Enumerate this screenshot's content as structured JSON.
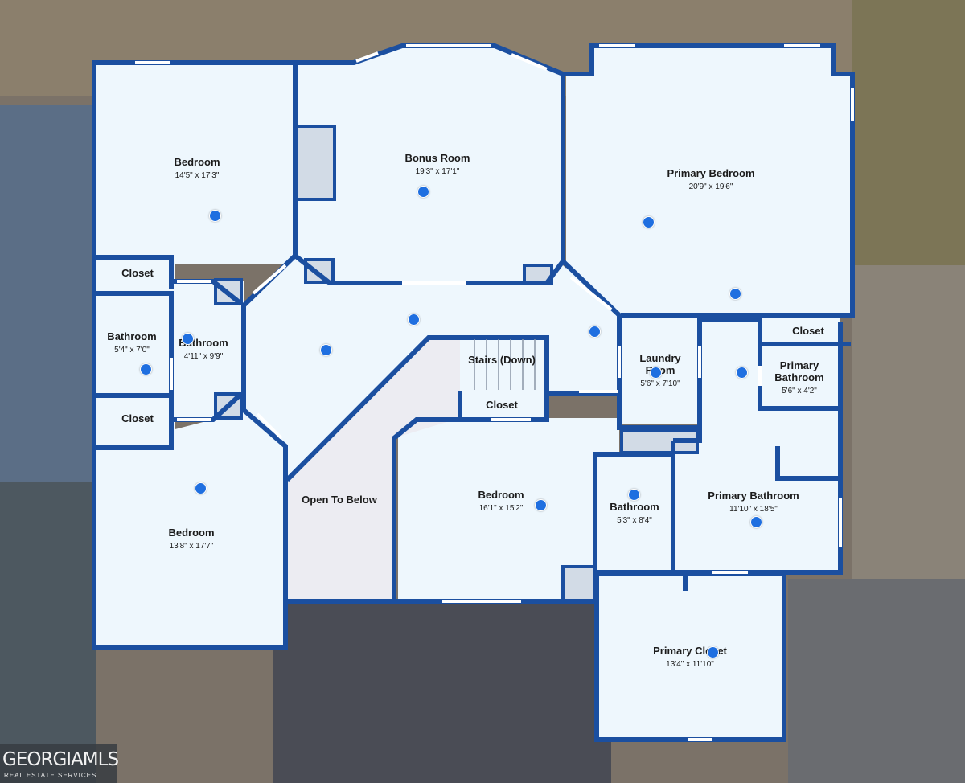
{
  "rooms": {
    "bedroom_nw": {
      "name": "Bedroom",
      "dims": "14'5\" x 17'3\""
    },
    "bonus": {
      "name": "Bonus Room",
      "dims": "19'3\" x 17'1\""
    },
    "primary_bedroom": {
      "name": "Primary Bedroom",
      "dims": "20'9\" x 19'6\""
    },
    "closet_w1": {
      "name": "Closet"
    },
    "bathroom_w": {
      "name": "Bathroom",
      "dims": "5'4\" x 7'0\""
    },
    "bathroom_mid": {
      "name": "Bathroom",
      "dims": "4'11\" x 9'9\""
    },
    "closet_w2": {
      "name": "Closet"
    },
    "stairs": {
      "name": "Stairs (Down)"
    },
    "closet_c": {
      "name": "Closet"
    },
    "laundry": {
      "name": "Laundry Room",
      "dims": "5'6\" x 7'10\""
    },
    "closet_e": {
      "name": "Closet"
    },
    "primary_bath_small": {
      "name": "Primary Bathroom",
      "dims": "5'6\" x 4'2\""
    },
    "bedroom_sw": {
      "name": "Bedroom",
      "dims": "13'8\" x 17'7\""
    },
    "open_below": {
      "name": "Open To Below"
    },
    "bedroom_s": {
      "name": "Bedroom",
      "dims": "16'1\" x 15'2\""
    },
    "bathroom_s": {
      "name": "Bathroom",
      "dims": "5'3\" x 8'4\""
    },
    "primary_bathroom": {
      "name": "Primary Bathroom",
      "dims": "11'10\" x 18'5\""
    },
    "primary_closet": {
      "name": "Primary Closet",
      "dims": "13'4\" x 11'10\""
    }
  },
  "logo": {
    "name": "GEORGIAMLS",
    "tagline": "REAL ESTATE SERVICES"
  },
  "colors": {
    "wall": "#1b4fa0",
    "floor": "#eef7fd",
    "open_area": "#ececf2",
    "marker": "#1f6fe0"
  }
}
